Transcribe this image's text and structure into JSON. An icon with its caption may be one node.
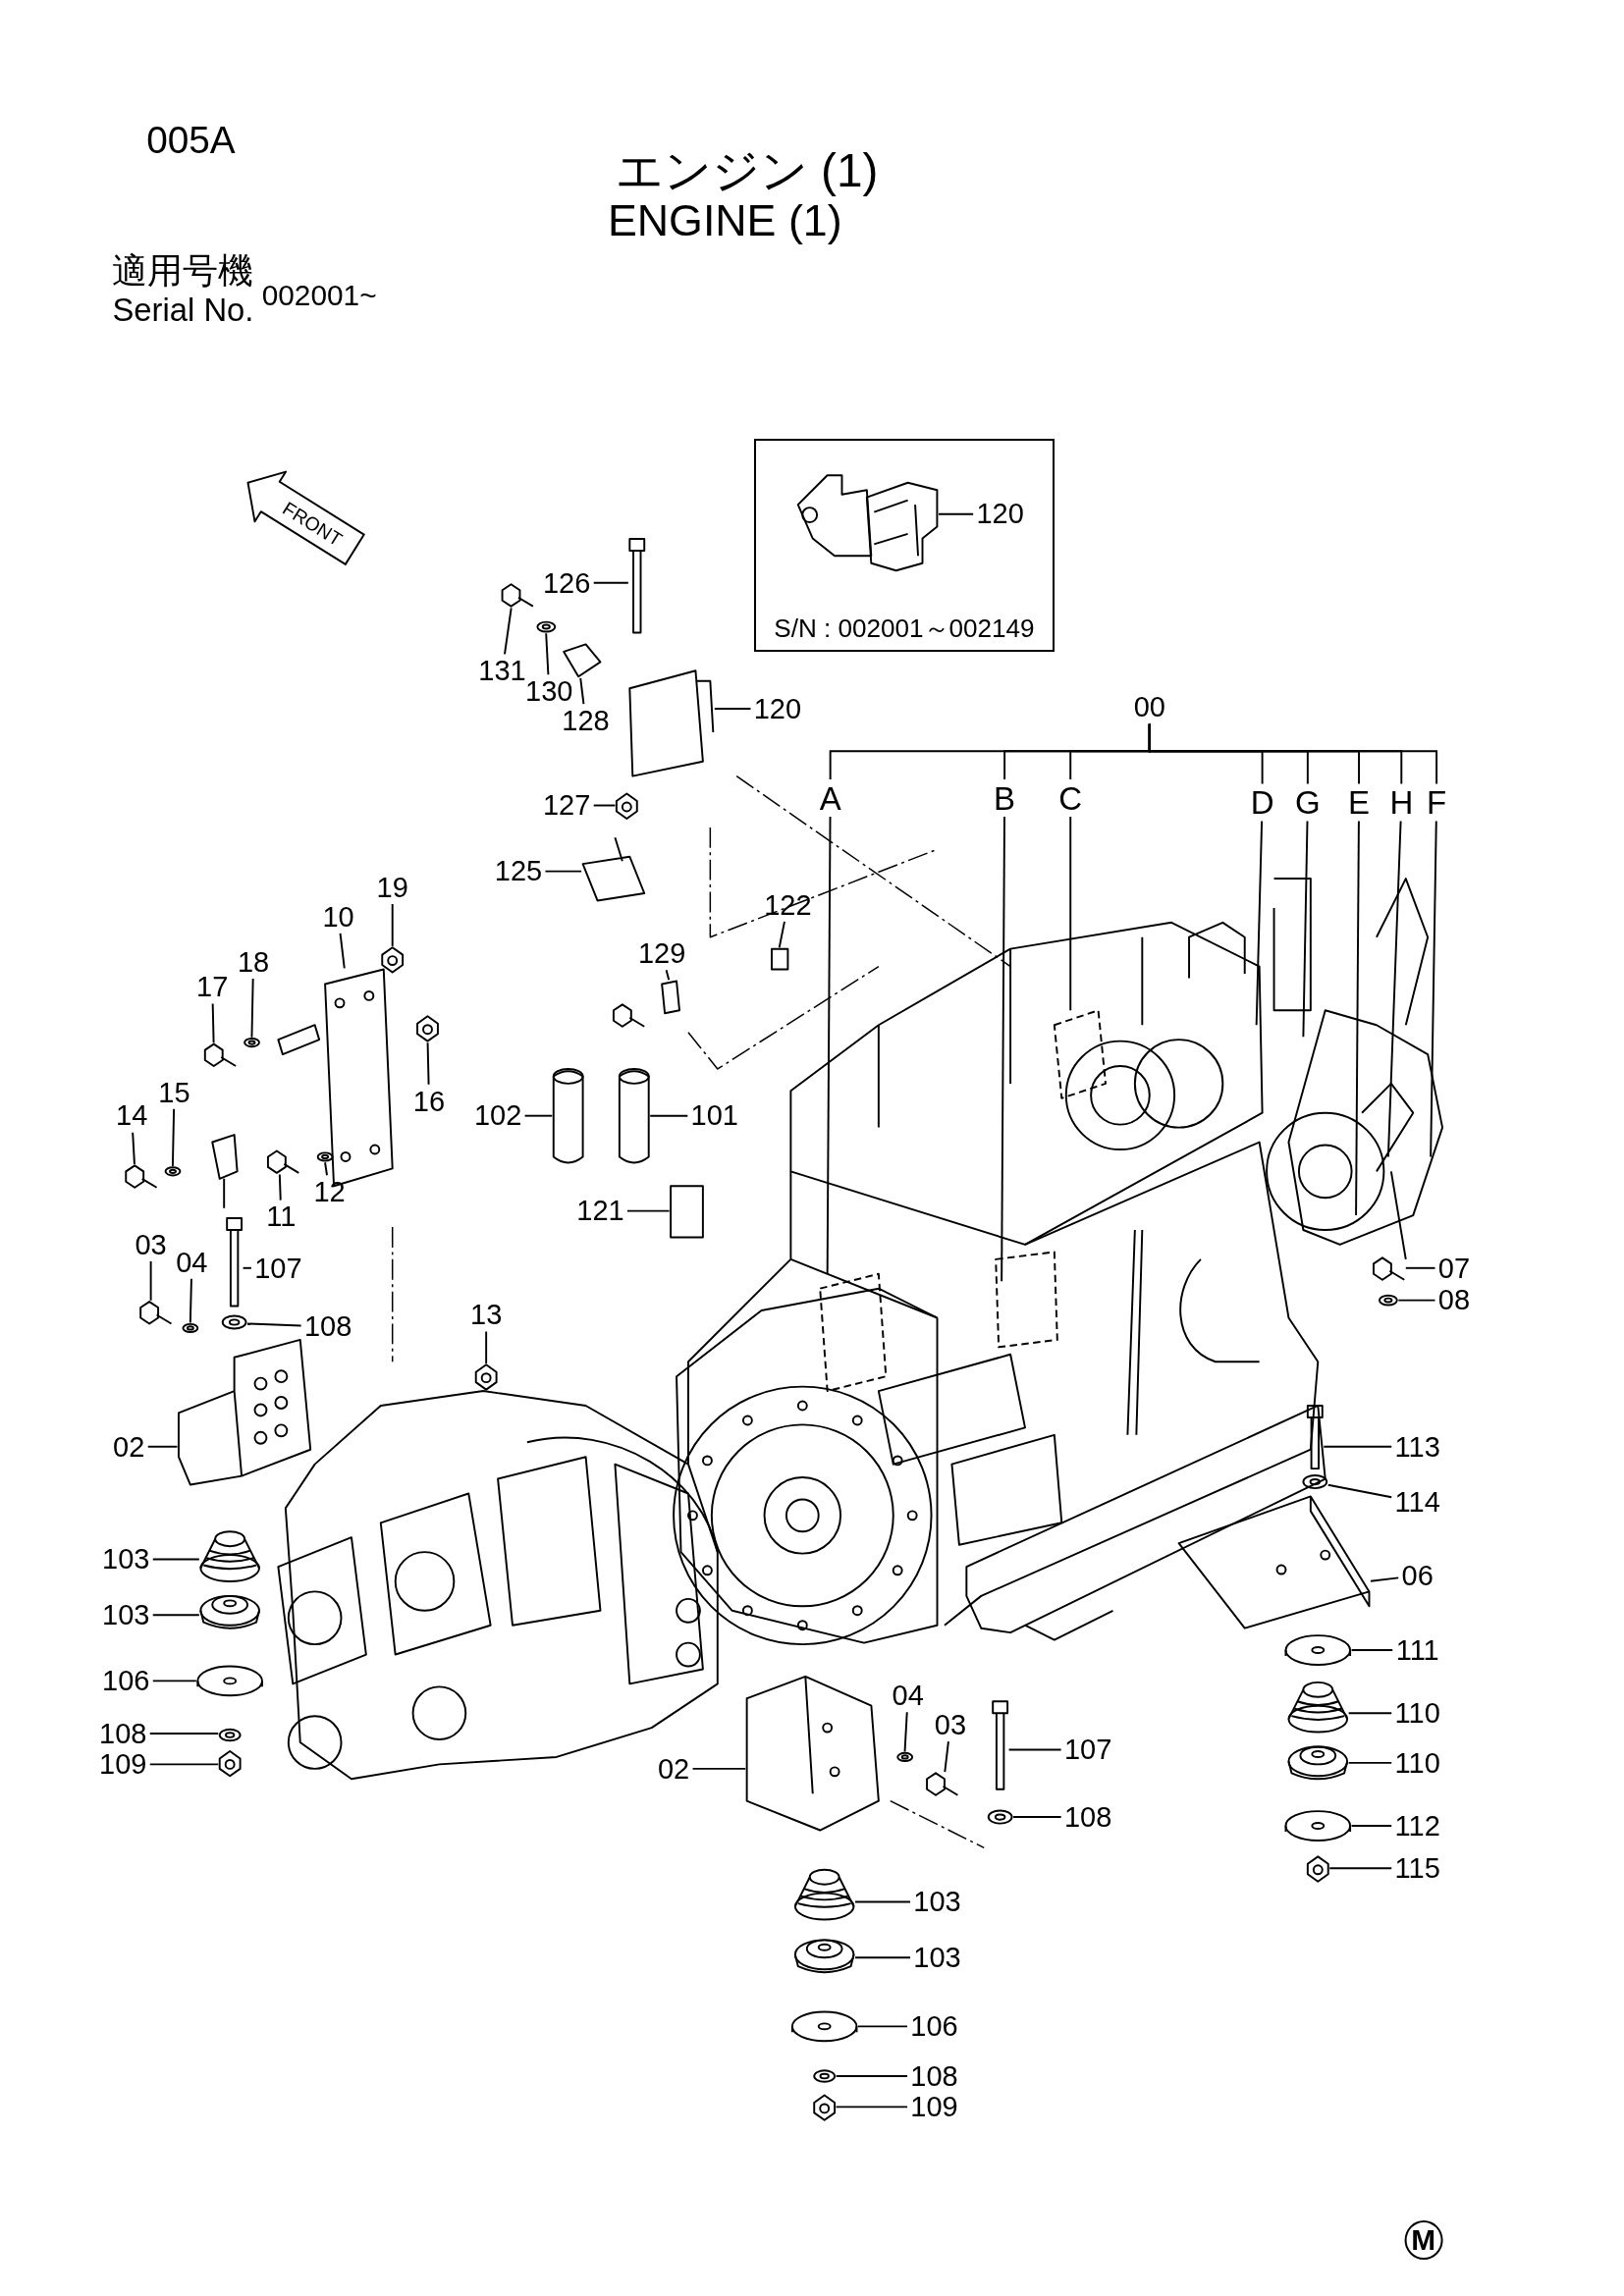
{
  "diagram": {
    "title": "エンジン (1)",
    "nodes": [
      {
        "text": [
          "S/N : 002001～002149"
        ]
      },
      {
        "text": [
          "120"
        ],
        "in": 0
      },
      {
        "text": [
          "126"
        ]
      },
      {
        "text": [
          "131"
        ]
      },
      {
        "text": [
          "130"
        ]
      },
      {
        "text": [
          "128"
        ]
      },
      {
        "text": [
          "120"
        ]
      },
      {
        "text": [
          "127"
        ]
      },
      {
        "text": [
          "125"
        ]
      },
      {
        "text": [
          "122"
        ]
      },
      {
        "text": [
          "129"
        ]
      },
      {
        "text": [
          "102"
        ]
      },
      {
        "text": [
          "101"
        ]
      },
      {
        "text": [
          "121"
        ]
      },
      {
        "text": [
          "10"
        ]
      },
      {
        "text": [
          "19"
        ]
      },
      {
        "text": [
          "18"
        ]
      },
      {
        "text": [
          "17"
        ]
      },
      {
        "text": [
          "16"
        ]
      },
      {
        "text": [
          "14"
        ]
      },
      {
        "text": [
          "15"
        ]
      },
      {
        "text": [
          "11"
        ]
      },
      {
        "text": [
          "12"
        ]
      },
      {
        "text": [
          "03"
        ]
      },
      {
        "text": [
          "04"
        ]
      },
      {
        "text": [
          "107"
        ]
      },
      {
        "text": [
          "108"
        ]
      },
      {
        "text": [
          "13"
        ]
      },
      {
        "text": [
          "02"
        ]
      },
      {
        "text": [
          "103"
        ]
      },
      {
        "text": [
          "103"
        ]
      },
      {
        "text": [
          "106"
        ]
      },
      {
        "text": [
          "108"
        ]
      },
      {
        "text": [
          "109"
        ]
      },
      {
        "text": [
          "00"
        ]
      },
      {
        "text": [
          "A"
        ]
      },
      {
        "text": [
          "B"
        ]
      },
      {
        "text": [
          "C"
        ]
      },
      {
        "text": [
          "D"
        ]
      },
      {
        "text": [
          "G"
        ]
      },
      {
        "text": [
          "E"
        ]
      },
      {
        "text": [
          "H"
        ]
      },
      {
        "text": [
          "F"
        ]
      },
      {
        "text": [
          "07"
        ]
      },
      {
        "text": [
          "08"
        ]
      },
      {
        "text": [
          "113"
        ]
      },
      {
        "text": [
          "114"
        ]
      },
      {
        "text": [
          "06"
        ]
      },
      {
        "text": [
          "111"
        ]
      },
      {
        "text": [
          "110"
        ]
      },
      {
        "text": [
          "110"
        ]
      },
      {
        "text": [
          "112"
        ]
      },
      {
        "text": [
          "115"
        ]
      },
      {
        "text": [
          "04"
        ]
      },
      {
        "text": [
          "03"
        ]
      },
      {
        "text": [
          "107"
        ]
      },
      {
        "text": [
          "108"
        ]
      },
      {
        "text": [
          "02"
        ]
      },
      {
        "text": [
          "103"
        ]
      },
      {
        "text": [
          "103"
        ]
      },
      {
        "text": [
          "106"
        ]
      },
      {
        "text": [
          "108"
        ]
      },
      {
        "text": [
          "109"
        ]
      },
      {
        "text": [],
        "shape": "picture",
        "in": 0
      },
      {
        "text": [],
        "shape": "picture"
      },
      {
        "text": [],
        "shape": "picture"
      },
      {
        "text": [],
        "shape": "picture"
      },
      {
        "text": [],
        "shape": "picture"
      },
      {
        "text": [],
        "shape": "picture"
      },
      {
        "text": [],
        "shape": "picture"
      },
      {
        "text": [],
        "shape": "picture"
      },
      {
        "text": [],
        "shape": "box"
      },
      {
        "text": [],
        "shape": "picture"
      },
      {
        "text": [],
        "shape": "picture"
      },
      {
        "text": [],
        "shape": "picture"
      },
      {
        "text": [],
        "shape": "box"
      },
      {
        "text": [],
        "shape": "picture"
      },
      {
        "text": [],
        "shape": "picture"
      },
      {
        "text": [],
        "shape": "picture"
      },
      {
        "text": [],
        "shape": "picture"
      },
      {
        "text": [],
        "shape": "picture"
      },
      {
        "text": [],
        "shape": "picture"
      },
      {
        "text": [],
        "shape": "picture"
      },
      {
        "text": [],
        "shape": "picture"
      },
      {
        "text": [],
        "shape": "picture"
      },
      {
        "text": [],
        "shape": "picture"
      },
      {
        "text": [],
        "shape": "picture"
      },
      {
        "text": [],
        "shape": "picture"
      },
      {
        "text": [],
        "shape": "picture"
      },
      {
        "text": [],
        "shape": "picture"
      },
      {
        "text": [],
        "shape": "picture"
      },
      {
        "text": [],
        "shape": "picture"
      },
      {
        "text": [],
        "shape": "picture"
      },
      {
        "text": [],
        "shape": "picture"
      },
      {
        "text": [],
        "shape": "picture"
      },
      {
        "text": [],
        "shape": "picture"
      },
      {
        "text": [],
        "shape": "picture"
      },
      {
        "text": [],
        "shape": "picture"
      },
      {
        "text": [],
        "shape": "picture"
      },
      {
        "text": [],
        "shape": "picture"
      },
      {
        "text": [],
        "shape": "picture"
      },
      {
        "text": [],
        "shape": "picture"
      },
      {
        "text": [],
        "shape": "picture"
      },
      {
        "text": [],
        "shape": "picture"
      },
      {
        "text": [],
        "shape": "picture"
      },
      {
        "text": [],
        "shape": "picture"
      },
      {
        "text": [],
        "shape": "picture"
      },
      {
        "text": [],
        "shape": "picture"
      },
      {
        "text": [],
        "shape": "picture"
      },
      {
        "text": [],
        "shape": "picture"
      },
      {
        "text": [],
        "shape": "picture"
      },
      {
        "text": [],
        "shape": "picture"
      },
      {
        "text": [],
        "shape": "picture"
      },
      {
        "text": [],
        "shape": "picture"
      },
      {
        "text": [],
        "shape": "picture"
      },
      {
        "text": [],
        "shape": "picture"
      }
    ],
    "edges": [
      {
        "from": 1,
        "to": 63,
        "arrow": "none"
      },
      {
        "from": 2,
        "to": 64,
        "arrow": "none"
      },
      {
        "from": 3,
        "to": 65,
        "arrow": "none"
      },
      {
        "from": 4,
        "to": 66,
        "arrow": "none"
      },
      {
        "from": 5,
        "to": 67,
        "arrow": "none"
      },
      {
        "from": 6,
        "to": 68,
        "arrow": "none"
      },
      {
        "from": 7,
        "to": 69,
        "arrow": "none"
      },
      {
        "from": 8,
        "to": 70,
        "arrow": "none"
      },
      {
        "from": 9,
        "to": 71,
        "arrow": "none"
      },
      {
        "from": 10,
        "to": 72,
        "arrow": "none"
      },
      {
        "from": 11,
        "to": 73,
        "arrow": "none"
      },
      {
        "from": 12,
        "to": 74,
        "arrow": "none"
      },
      {
        "from": 13,
        "to": 75,
        "arrow": "none"
      },
      {
        "from": 14,
        "to": 76,
        "arrow": "none"
      },
      {
        "from": 15,
        "to": 77,
        "arrow": "none"
      },
      {
        "from": 16,
        "to": 78,
        "arrow": "none"
      },
      {
        "from": 17,
        "to": 79,
        "arrow": "none"
      },
      {
        "from": 18,
        "to": 80,
        "arrow": "none"
      },
      {
        "from": 19,
        "to": 81,
        "arrow": "none"
      },
      {
        "from": 20,
        "to": 82,
        "arrow": "none"
      },
      {
        "from": 21,
        "to": 83,
        "arrow": "none"
      },
      {
        "from": 22,
        "to": 84,
        "arrow": "none"
      },
      {
        "from": 23,
        "to": 85,
        "arrow": "none"
      },
      {
        "from": 24,
        "to": 86,
        "arrow": "none"
      },
      {
        "from": 25,
        "to": 87,
        "arrow": "none"
      },
      {
        "from": 26,
        "to": 88,
        "arrow": "none"
      },
      {
        "from": 27,
        "to": 89,
        "arrow": "none"
      },
      {
        "from": 28,
        "to": 90,
        "arrow": "none"
      },
      {
        "from": 29,
        "to": 91,
        "arrow": "none"
      },
      {
        "from": 30,
        "to": 92,
        "arrow": "none"
      },
      {
        "from": 31,
        "to": 93,
        "arrow": "none"
      },
      {
        "from": 32,
        "to": 94,
        "arrow": "none"
      },
      {
        "from": 33,
        "to": 95,
        "arrow": "none"
      },
      {
        "from": 34,
        "to": 35,
        "arrow": "none"
      },
      {
        "from": 34,
        "to": 36,
        "arrow": "none"
      },
      {
        "from": 34,
        "to": 37,
        "arrow": "none"
      },
      {
        "from": 34,
        "to": 38,
        "arrow": "none"
      },
      {
        "from": 34,
        "to": 39,
        "arrow": "none"
      },
      {
        "from": 34,
        "to": 40,
        "arrow": "none"
      },
      {
        "from": 34,
        "to": 41,
        "arrow": "none"
      },
      {
        "from": 34,
        "to": 42,
        "arrow": "none"
      },
      {
        "from": 35,
        "to": null,
        "arrow": "none"
      },
      {
        "from": 36,
        "to": null,
        "arrow": "none"
      },
      {
        "from": 37,
        "to": null,
        "arrow": "none"
      },
      {
        "from": 38,
        "to": null,
        "arrow": "none"
      },
      {
        "from": 39,
        "to": null,
        "arrow": "none"
      },
      {
        "from": 40,
        "to": null,
        "arrow": "none"
      },
      {
        "from": 41,
        "to": null,
        "arrow": "none"
      },
      {
        "from": 42,
        "to": null,
        "arrow": "none"
      },
      {
        "from": 43,
        "to": 96,
        "arrow": "none"
      },
      {
        "from": 44,
        "to": 97,
        "arrow": "none"
      },
      {
        "from": 45,
        "to": 98,
        "arrow": "none"
      },
      {
        "from": 46,
        "to": 99,
        "arrow": "none"
      },
      {
        "from": 47,
        "to": 100,
        "arrow": "none"
      },
      {
        "from": 48,
        "to": 101,
        "arrow": "none"
      },
      {
        "from": 49,
        "to": 102,
        "arrow": "none"
      },
      {
        "from": 50,
        "to": 103,
        "arrow": "none"
      },
      {
        "from": 51,
        "to": 104,
        "arrow": "none"
      },
      {
        "from": 52,
        "to": 105,
        "arrow": "none"
      },
      {
        "from": 53,
        "to": 106,
        "arrow": "none"
      },
      {
        "from": 54,
        "to": 107,
        "arrow": "none"
      },
      {
        "from": 55,
        "to": 108,
        "arrow": "none"
      },
      {
        "from": 56,
        "to": 109,
        "arrow": "none"
      },
      {
        "from": 57,
        "to": 110,
        "arrow": "none"
      },
      {
        "from": 58,
        "to": 111,
        "arrow": "none"
      },
      {
        "from": 59,
        "to": 112,
        "arrow": "none"
      },
      {
        "from": 60,
        "to": 113,
        "arrow": "none"
      },
      {
        "from": 61,
        "to": 114,
        "arrow": "none"
      },
      {
        "from": 62,
        "to": 115,
        "arrow": "none"
      }
    ],
    "labels": [
      "005A",
      "ENGINE (1)",
      "適用号機",
      "Serial No.",
      "002001~",
      "FRONT",
      "M"
    ]
  }
}
